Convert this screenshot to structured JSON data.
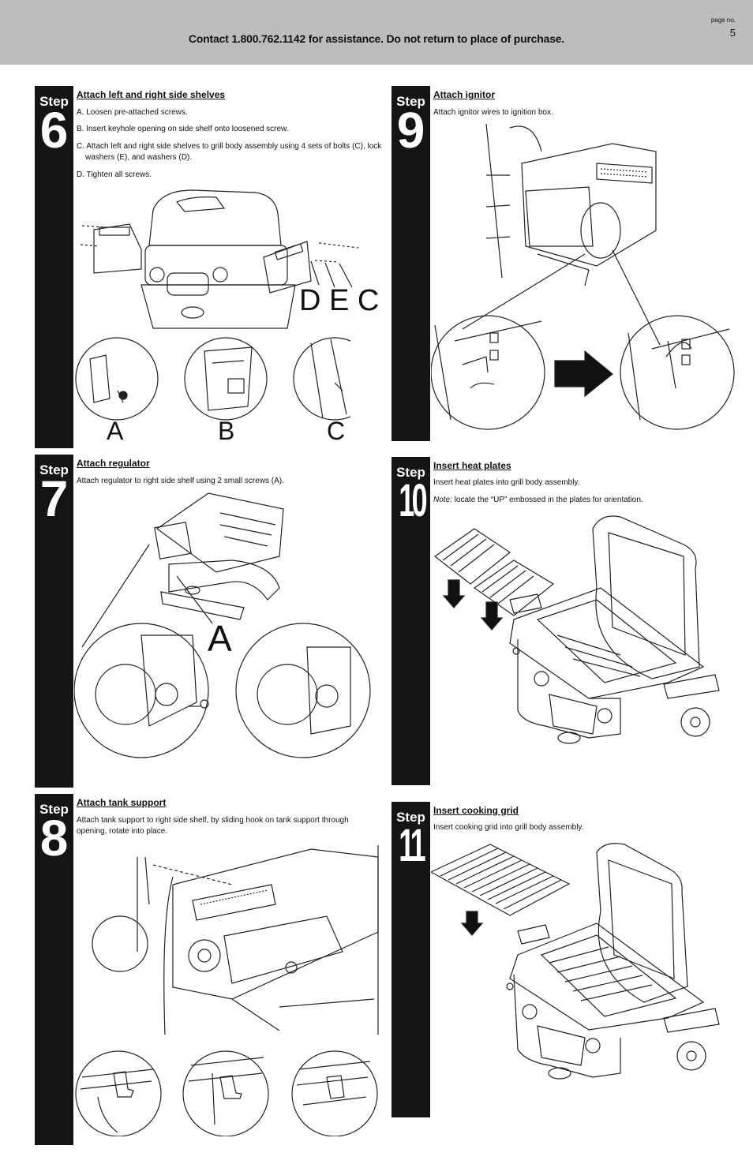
{
  "header": {
    "contact": "Contact 1.800.762.1142 for assistance. Do not return to place of purchase.",
    "page_label": "page no.",
    "page_number": "5"
  },
  "steps": {
    "s6": {
      "step_word": "Step",
      "number": "6",
      "title": "Attach left and right side shelves",
      "lines": [
        "A. Loosen pre-attached screws.",
        "B. Insert keyhole opening on side shelf onto loosened screw.",
        "C. Attach left and right side shelves to grill body assembly using 4 sets of bolts (C), lock washers (E), and washers (D).",
        "D. Tighten all screws."
      ],
      "labels": {
        "dec": "D E C",
        "a": "A",
        "b": "B",
        "c": "C"
      }
    },
    "s7": {
      "step_word": "Step",
      "number": "7",
      "title": "Attach regulator",
      "lines": [
        "Attach regulator to right side shelf using 2 small screws (A)."
      ],
      "labels": {
        "a": "A"
      }
    },
    "s8": {
      "step_word": "Step",
      "number": "8",
      "title": "Attach tank support",
      "lines": [
        "Attach tank support to right side shelf, by sliding hook on tank support through opening, rotate into place."
      ]
    },
    "s9": {
      "step_word": "Step",
      "number": "9",
      "title": "Attach ignitor",
      "lines": [
        "Attach ignitor wires to ignition box."
      ]
    },
    "s10": {
      "step_word": "Step",
      "number": "10",
      "title": "Insert heat plates",
      "lines": [
        "Insert heat plates into grill body assembly."
      ],
      "note_label": "Note:",
      "note_text": " locate the “UP” embossed in the plates for orientation."
    },
    "s11": {
      "step_word": "Step",
      "number": "11",
      "title": "Insert cooking grid",
      "lines": [
        "Insert cooking grid into grill body assembly."
      ]
    }
  },
  "colors": {
    "header_bg": "#bdbdbd",
    "step_bar": "#141414"
  }
}
